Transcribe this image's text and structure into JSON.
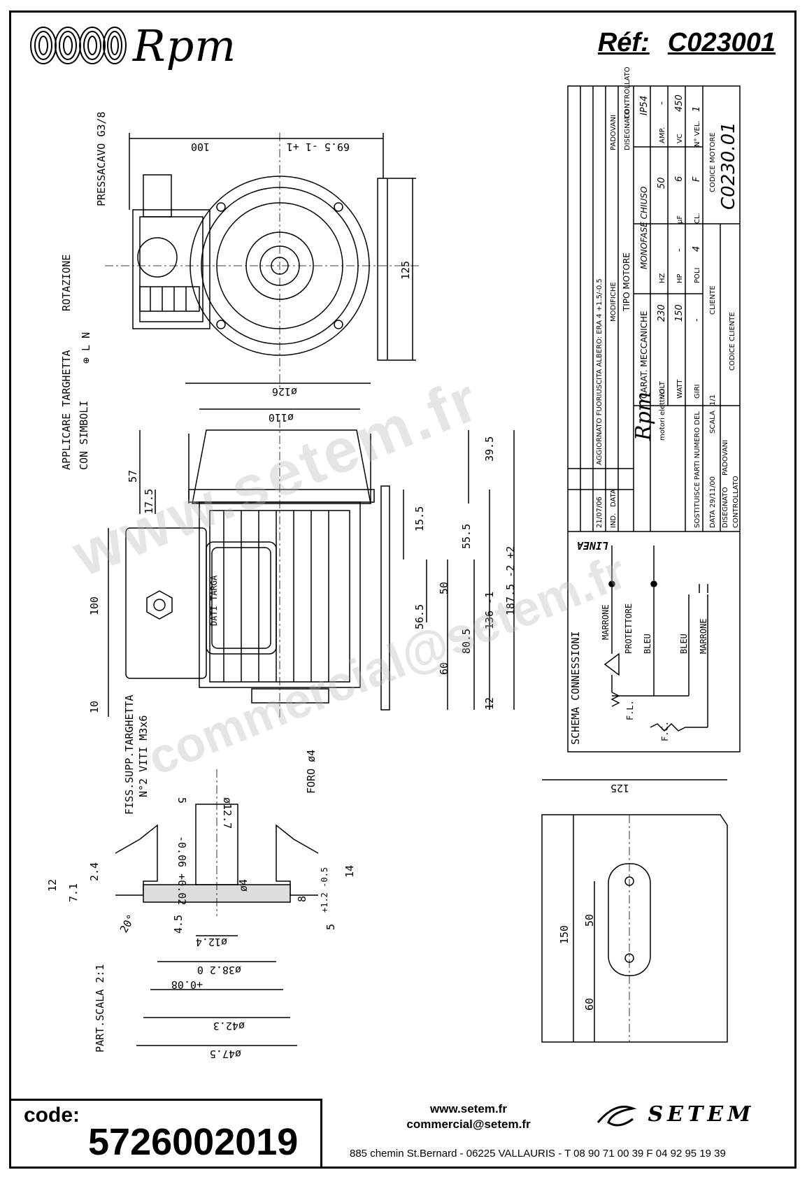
{
  "header": {
    "brand": "Rpm",
    "ref_label": "Réf:",
    "ref_value": "C023001"
  },
  "drawing_labels": {
    "pressacavo": "PRESSACAVO G3/8",
    "rotazione": "ROTAZIONE",
    "applicare": "APPLICARE TARGHETTA",
    "con_simboli": "CON SIMBOLI",
    "terminal_symbols": "⊕ L N",
    "dati_targa": "DATI TARGA",
    "fiss": "FISS.SUPP.TARGHETTA",
    "viti": "N°2 VITI M3x6",
    "foro": "FORO ø4",
    "part_scala": "PART.SCALA 2:1",
    "schema": "SCHEMA CONNESSIONI",
    "linea": "LINEA",
    "marrone": "MARRONE",
    "protettore": "PROTETTORE",
    "bleu": "BLEU",
    "fl": "F.L.",
    "fc": "F.C."
  },
  "dimensions": {
    "d100_top": "100",
    "d69": "69.5 -1 +1",
    "d125_side": "125",
    "d126": "ø126",
    "d110": "ø110",
    "d57": "57",
    "d17_5": "17.5",
    "d39_5": "39.5",
    "d15_5": "15.5",
    "d55_5": "55.5",
    "d50": "50",
    "d56_5": "56.5",
    "d80_5": "80.5",
    "d60": "60",
    "d136": "136 -1",
    "d187": "187.5 -2 +2",
    "d12": "12",
    "d100_side": "100",
    "d10": "10",
    "p12_7": "ø12.7",
    "p5": "5",
    "p0_06": "-0.06 +0.02",
    "p2_4": "2.4",
    "p12": "12",
    "p7_1": "7.1",
    "p20": "20°",
    "p4": "ø4",
    "p14": "14",
    "p8": "8",
    "p1_2": "+1.2 -0.5",
    "p4_5": "4.5",
    "p12_4": "ø12.4",
    "p38_2": "ø38.2 0",
    "p0_08": "+0.08",
    "p42_3": "ø42.3",
    "p47_5": "ø47.5",
    "b125": "125",
    "b150": "150",
    "b50": "50",
    "b60": "60"
  },
  "title_block": {
    "rev1_date": "21/07/06",
    "rev1_text": "AGGIORNATO FUORIUSCITA ALBERO: ERA 4 +1.5/-0.5",
    "ind": "IND.",
    "data": "DATA",
    "modifiche": "MODIFICHE",
    "padovani": "PADOVANI",
    "disegnato": "DISEGNATO",
    "controllato": "CONTROLLATO",
    "ip": "IP54",
    "tipo_motore_label": "TIPO MOTORE",
    "tipo_motore": "MONOFASE CHIUSO",
    "carat": "CARAT. MECCANICHE",
    "volt": "VOLT",
    "volt_v": "230",
    "hz": "HZ",
    "hz_v": "50",
    "amp": "AMP.",
    "amp_v": "-",
    "watt": "WATT",
    "watt_v": "150",
    "hp": "HP",
    "hp_v": "-",
    "uf": "µF",
    "uf_v": "6",
    "vc": "VC",
    "vc_v": "450",
    "giri": "GIRI",
    "giri_v": "-",
    "poli": "POLI",
    "poli_v": "4",
    "cl": "CL.",
    "cl_v": "F",
    "nvel": "N° VEL.",
    "nvel_v": "1",
    "codice_motore_label": "CODICE MOTORE",
    "codice_motore": "C0230.01",
    "cliente": "CLIENTE",
    "codice_cliente": "CODICE CLIENTE",
    "sostituisce": "SOSTITUISCE PARTI NUMERO DEL",
    "data_val": "DATA 29/11/00",
    "scala": "SCALA",
    "scala_v": "1/1",
    "motori": "motori elettrici"
  },
  "footer": {
    "code_label": "code:",
    "code_value": "5726002019",
    "website": "www.setem.fr",
    "email": "commercial@setem.fr",
    "address": "885 chemin St.Bernard  -  06225 VALLAURIS  -  T 08 90 71 00 39  F 04 92 95 19 39",
    "setem": "SETEM"
  },
  "watermark": {
    "line1": "www.setem.fr",
    "line2": "commercial@setem.fr"
  }
}
